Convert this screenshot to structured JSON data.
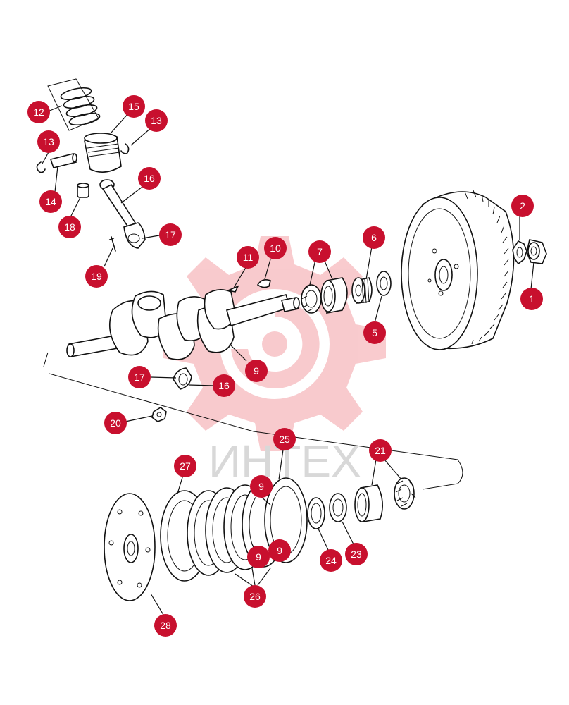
{
  "watermark": {
    "text": "ИНТЕХ",
    "color": "#f3c4c8"
  },
  "colors": {
    "callout": "#c8102e",
    "line": "#111111"
  },
  "callouts": [
    {
      "id": "c-12",
      "label": "12"
    },
    {
      "id": "c-15",
      "label": "15"
    },
    {
      "id": "c-13a",
      "label": "13"
    },
    {
      "id": "c-13b",
      "label": "13"
    },
    {
      "id": "c-14",
      "label": "14"
    },
    {
      "id": "c-16a",
      "label": "16"
    },
    {
      "id": "c-18",
      "label": "18"
    },
    {
      "id": "c-17a",
      "label": "17"
    },
    {
      "id": "c-19",
      "label": "19"
    },
    {
      "id": "c-11",
      "label": "11"
    },
    {
      "id": "c-10",
      "label": "10"
    },
    {
      "id": "c-7",
      "label": "7"
    },
    {
      "id": "c-6",
      "label": "6"
    },
    {
      "id": "c-2",
      "label": "2"
    },
    {
      "id": "c-1",
      "label": "1"
    },
    {
      "id": "c-5",
      "label": "5"
    },
    {
      "id": "c-9a",
      "label": "9"
    },
    {
      "id": "c-17b",
      "label": "17"
    },
    {
      "id": "c-16b",
      "label": "16"
    },
    {
      "id": "c-20",
      "label": "20"
    },
    {
      "id": "c-25",
      "label": "25"
    },
    {
      "id": "c-27",
      "label": "27"
    },
    {
      "id": "c-21",
      "label": "21"
    },
    {
      "id": "c-9b",
      "label": "9"
    },
    {
      "id": "c-9c",
      "label": "9"
    },
    {
      "id": "c-9d",
      "label": "9"
    },
    {
      "id": "c-24",
      "label": "24"
    },
    {
      "id": "c-23",
      "label": "23"
    },
    {
      "id": "c-26",
      "label": "26"
    },
    {
      "id": "c-28",
      "label": "28"
    }
  ]
}
